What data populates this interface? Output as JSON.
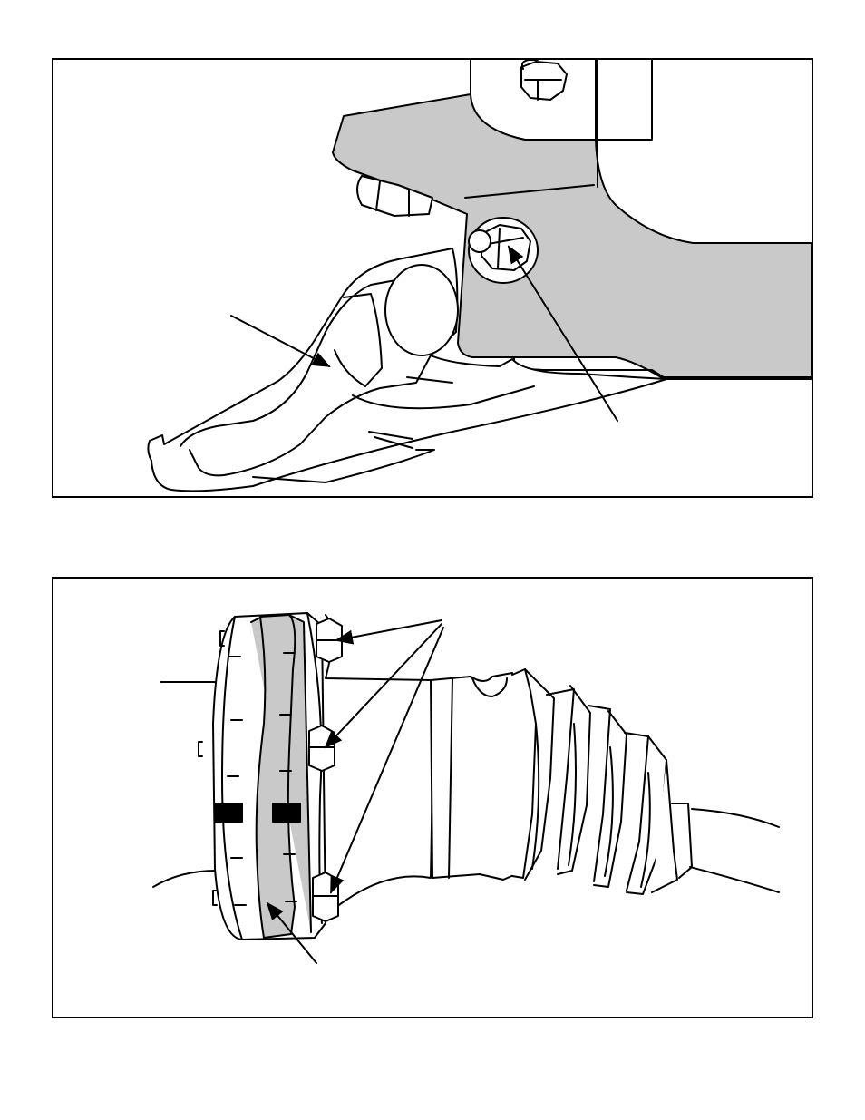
{
  "colors": {
    "line": "#000000",
    "shade": "#c9c9c9",
    "background": "#ffffff"
  },
  "figures": [
    {
      "id": "top",
      "subject": "suspension-arm-bracket-with-bolt",
      "callouts": [
        "arm-arrow",
        "bolt-leader"
      ]
    },
    {
      "id": "bottom",
      "subject": "drive-shaft-flange-and-cv-boot",
      "callouts": [
        "bolt-leaders-three",
        "flange-band-arrow"
      ]
    }
  ]
}
